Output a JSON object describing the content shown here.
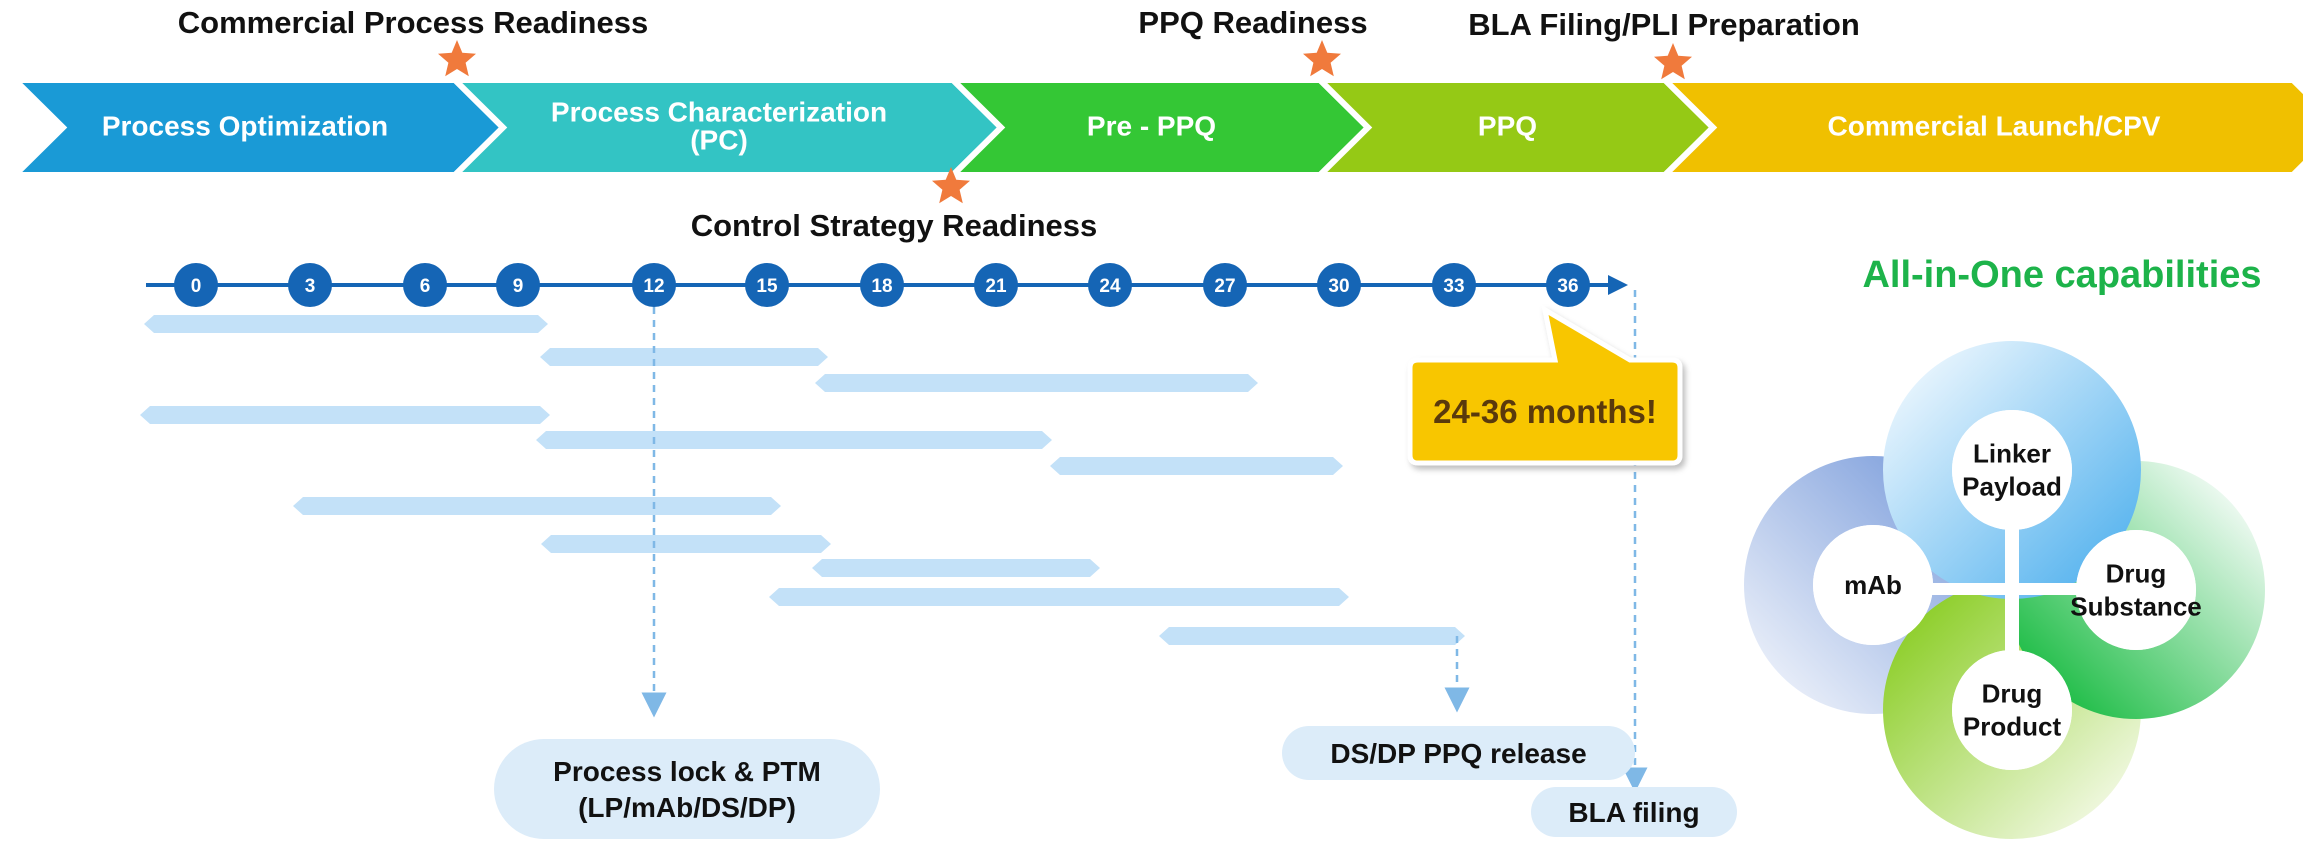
{
  "phases": [
    {
      "label_lines": [
        "Process Optimization"
      ],
      "color": "#1a9ad6"
    },
    {
      "label_lines": [
        "Process Characterization",
        "(PC)"
      ],
      "color": "#33c4c4"
    },
    {
      "label_lines": [
        "Pre - PPQ"
      ],
      "color": "#34c735"
    },
    {
      "label_lines": [
        "PPQ"
      ],
      "color": "#95c915"
    },
    {
      "label_lines": [
        "Commercial Launch/CPV"
      ],
      "color": "#f0c000"
    }
  ],
  "milestones": [
    {
      "label": "Commercial Process Readiness"
    },
    {
      "label": "PPQ Readiness"
    },
    {
      "label": "BLA Filing/PLI Preparation"
    },
    {
      "label": "Control Strategy Readiness"
    }
  ],
  "timeline": {
    "months": [
      "0",
      "3",
      "6",
      "9",
      "12",
      "15",
      "18",
      "21",
      "24",
      "27",
      "30",
      "33",
      "36"
    ],
    "node_color": "#1565b5"
  },
  "callout": {
    "text": "24-36 months!",
    "color": "#f8c600"
  },
  "outcomes": {
    "process_lock": [
      "Process lock & PTM",
      "(LP/mAb/DS/DP)"
    ],
    "ppq_release": [
      "DS/DP PPQ release"
    ],
    "bla_filing": [
      "BLA filing"
    ]
  },
  "capabilities": {
    "title": "All-in-One capabilities",
    "title_color": "#1db34a",
    "items": [
      {
        "label_lines": [
          "Linker",
          "Payload"
        ]
      },
      {
        "label_lines": [
          "mAb"
        ]
      },
      {
        "label_lines": [
          "Drug",
          "Substance"
        ]
      },
      {
        "label_lines": [
          "Drug",
          "Product"
        ]
      }
    ]
  }
}
